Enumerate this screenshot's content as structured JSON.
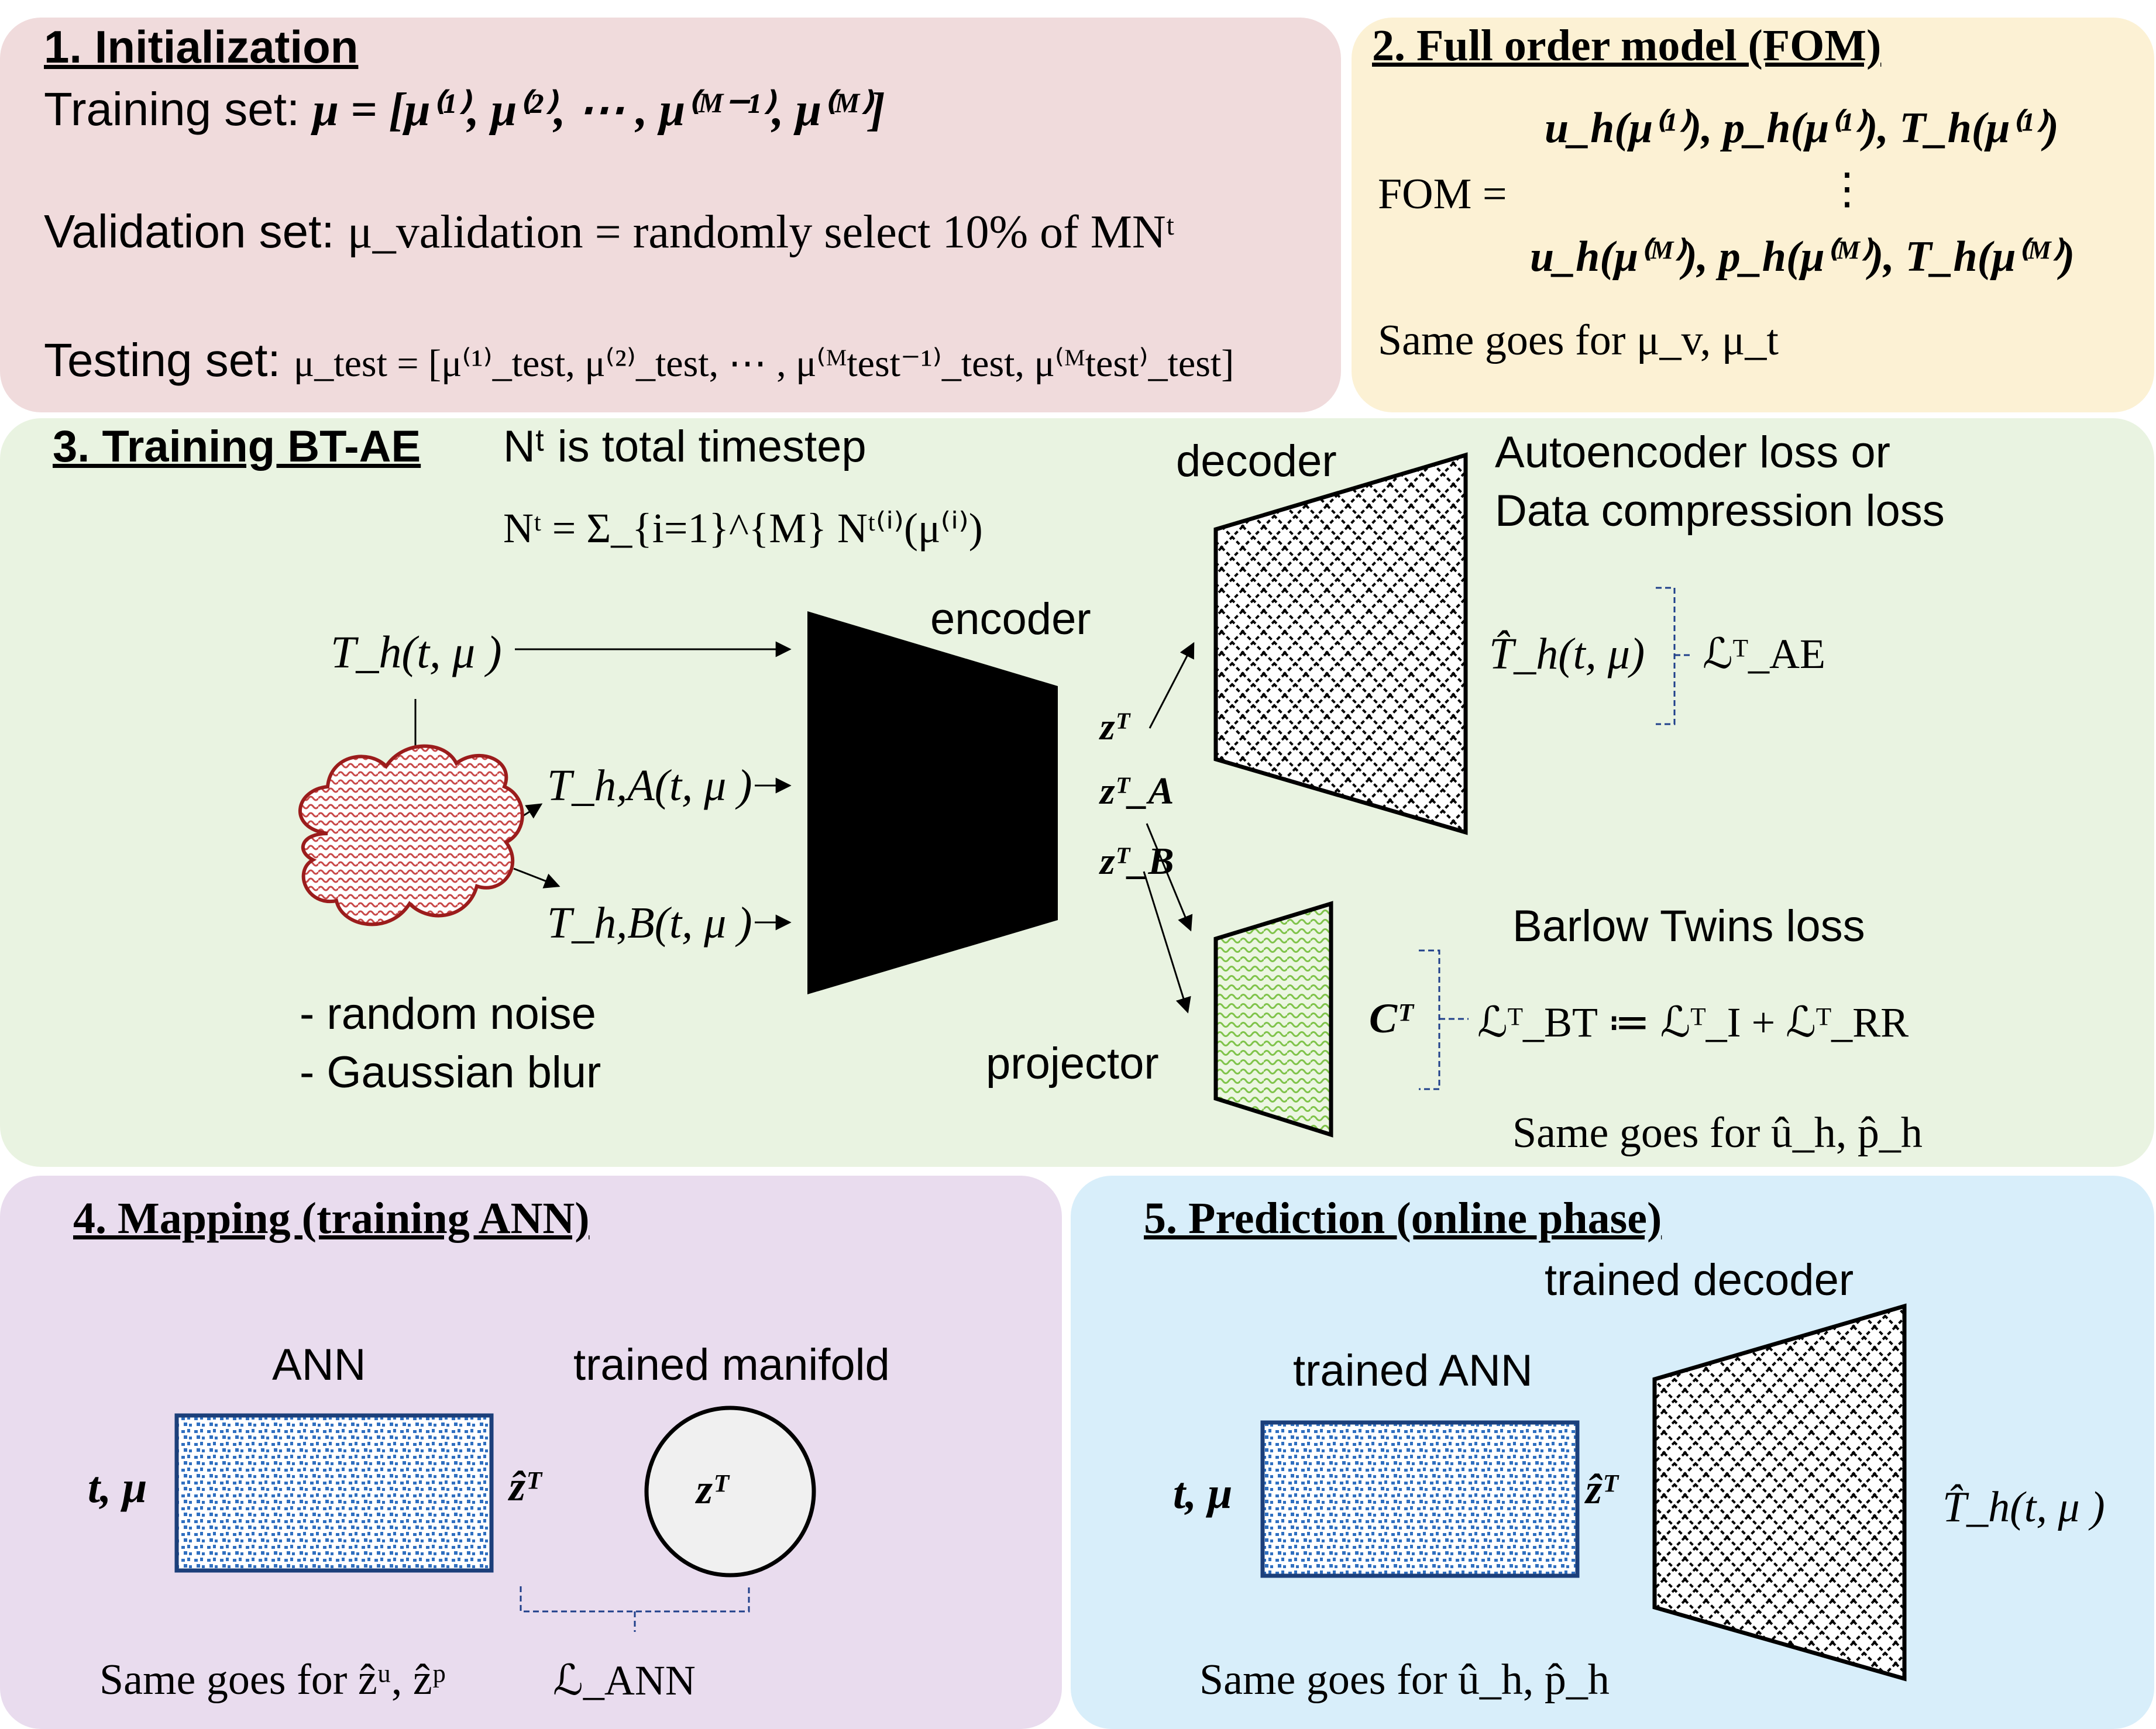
{
  "panels": {
    "initialization": {
      "title": "1. Initialization",
      "training_label": "Training set: ",
      "training_eq": "μ = [μ⁽¹⁾, μ⁽²⁾, ⋯ , μ⁽ᴹ⁻¹⁾, μ⁽ᴹ⁾]",
      "validation_label": "Validation set: ",
      "validation_eq": "μ_validation = randomly select 10% of MNᵗ",
      "testing_label": "Testing set: ",
      "testing_eq": "μ_test = [μ⁽¹⁾_test, μ⁽²⁾_test, ⋯ , μ⁽ᴹtest⁻¹⁾_test, μ⁽ᴹtest⁾_test]"
    },
    "fom": {
      "title": "2. Full order model (FOM)",
      "lhs": "FOM =",
      "row1": "u_h(μ⁽¹⁾), p_h(μ⁽¹⁾), T_h(μ⁽¹⁾)",
      "dots": "⋮",
      "row2": "u_h(μ⁽ᴹ⁾), p_h(μ⁽ᴹ⁾), T_h(μ⁽ᴹ⁾)",
      "same_goes": "Same goes for μ_v, μ_t"
    },
    "training": {
      "title": "3. Training BT-AE",
      "nt_desc": "Nᵗ is total timestep",
      "nt_eq": "Nᵗ = Σ_{i=1}^{M} Nᵗ⁽ⁱ⁾(μ⁽ⁱ⁾)",
      "input": "T_h(t, μ )",
      "input_a": "T_h,A(t, μ )",
      "input_b": "T_h,B(t, μ )",
      "noise": "- random noise",
      "blur": "- Gaussian blur",
      "encoder": "encoder",
      "decoder": "decoder",
      "projector": "projector",
      "z": "zᵀ",
      "za": "zᵀ_A",
      "zb": "zᵀ_B",
      "ae_loss_1": "Autoencoder loss or",
      "ae_loss_2": "Data compression loss",
      "recon": "T̂_h(t, μ)",
      "l_ae": "ℒᵀ_AE",
      "bt_loss": "Barlow Twins loss",
      "c": "Cᵀ",
      "l_bt": "ℒᵀ_BT ≔ ℒᵀ_I + ℒᵀ_RR",
      "same_goes": "Same goes for û_h, p̂_h"
    },
    "mapping": {
      "title": "4. Mapping (training ANN)",
      "ann": "ANN",
      "manifold": "trained manifold",
      "input": "t, μ",
      "zhat": "ẑᵀ",
      "z": "zᵀ",
      "same_goes": "Same goes for ẑᵘ, ẑᵖ",
      "l_ann": "ℒ_ANN"
    },
    "prediction": {
      "title": "5. Prediction (online phase)",
      "ann": "trained ANN",
      "decoder": "trained decoder",
      "input": "t, μ",
      "zhat": "ẑᵀ",
      "output": "T̂_h(t, μ )",
      "same_goes": "Same goes for û_h, p̂_h"
    }
  },
  "colors": {
    "panel1": "#f0dbdc",
    "panel2": "#fcf1d4",
    "panel3": "#e9f3e1",
    "panel4": "#e9dcee",
    "panel5": "#d8eefa",
    "cloud": "#9b1c1c",
    "ann_blue": "#2f6fc0",
    "ann_border": "#1c3f7a",
    "projector_green": "#7fc34a",
    "bracket": "#1f3f8a"
  }
}
